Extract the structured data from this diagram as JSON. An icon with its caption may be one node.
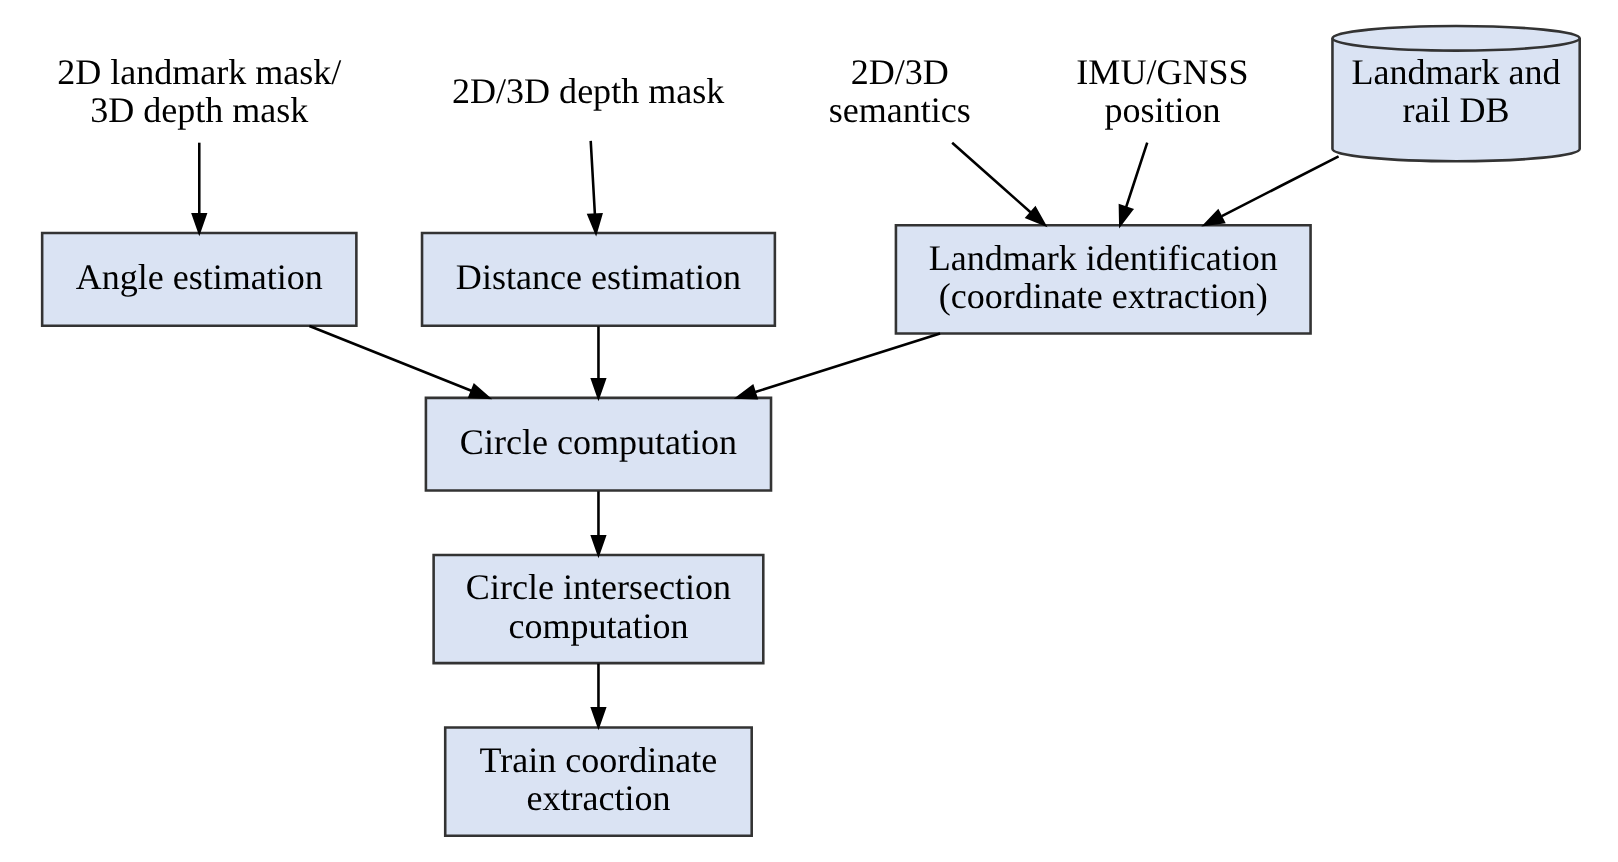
{
  "diagram": {
    "nodes": [
      {
        "text": [
          "2D landmark mask/ 3D depth mask"
        ]
      },
      {
        "text": [
          "2D/3D depth mask"
        ]
      },
      {
        "text": [
          "Angle estimation"
        ]
      },
      {
        "text": [
          "Distance estimation"
        ]
      },
      {
        "text": [
          "2D/3D semantics"
        ]
      },
      {
        "text": [
          "IMU/GNSS position"
        ]
      },
      {
        "text": [
          "Landmark and rail DB"
        ]
      },
      {
        "text": [
          "Landmark identification (coordinate extraction)"
        ]
      },
      {
        "text": [
          "Circle computation"
        ]
      },
      {
        "text": [
          "Circle intersection computation"
        ]
      },
      {
        "text": [
          "Train coordinate extraction"
        ]
      }
    ],
    "edges": [
      {
        "from": 0,
        "to": 2,
        "arrow": "to"
      },
      {
        "from": 1,
        "to": 3,
        "arrow": "to"
      },
      {
        "from": 4,
        "to": 7,
        "arrow": "to"
      },
      {
        "from": 5,
        "to": 7,
        "arrow": "to"
      },
      {
        "from": 6,
        "to": 7,
        "arrow": "to"
      },
      {
        "from": 2,
        "to": 8,
        "arrow": "to"
      },
      {
        "from": 3,
        "to": 8,
        "arrow": "to"
      },
      {
        "from": 7,
        "to": 8,
        "arrow": "to"
      },
      {
        "from": 8,
        "to": 9,
        "arrow": "to"
      },
      {
        "from": 9,
        "to": 10,
        "arrow": "to"
      }
    ]
  }
}
